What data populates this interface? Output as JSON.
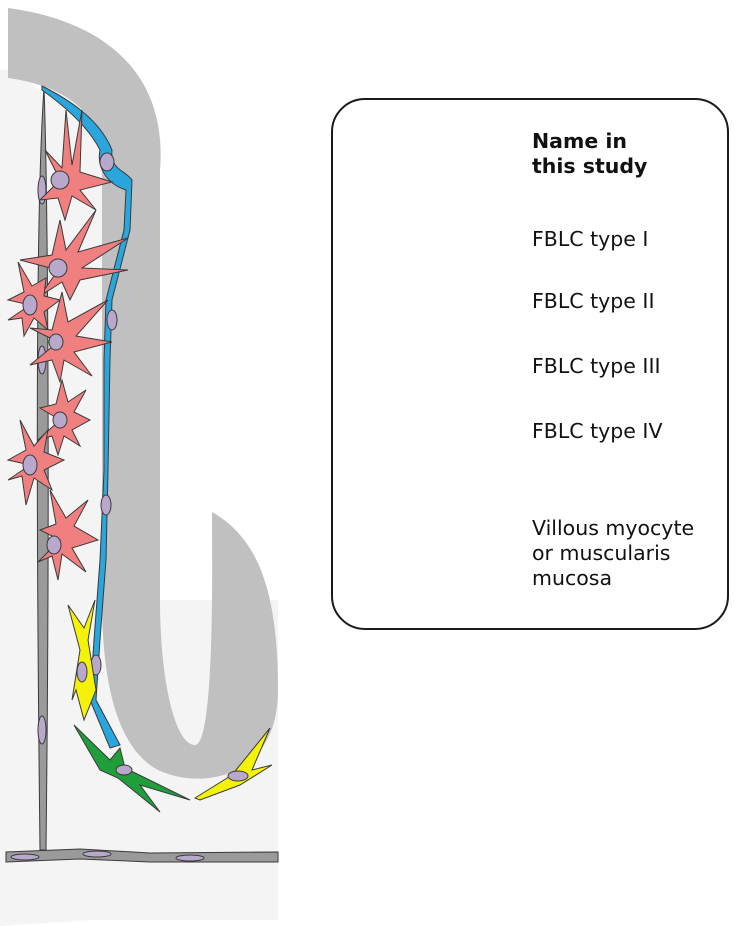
{
  "legend": {
    "title": "Name in\nthis study",
    "items": [
      {
        "label": "FBLC type I",
        "color": "#1f9e3a"
      },
      {
        "label": "FBLC type II",
        "color": "#f5f20a"
      },
      {
        "label": "FBLC type III",
        "color": "#2aa6de"
      },
      {
        "label": "FBLC type IV",
        "color": "#f08080"
      },
      {
        "label": "Villous myocyte\nor muscularis\nmucosa",
        "color": "#9a9a9a"
      }
    ]
  },
  "colors": {
    "villus_epithelium": "#c0c0c0",
    "lamina_propria": "#f4f4f4",
    "nucleus": "#b8a8cc",
    "outline": "#3a3a3a"
  }
}
